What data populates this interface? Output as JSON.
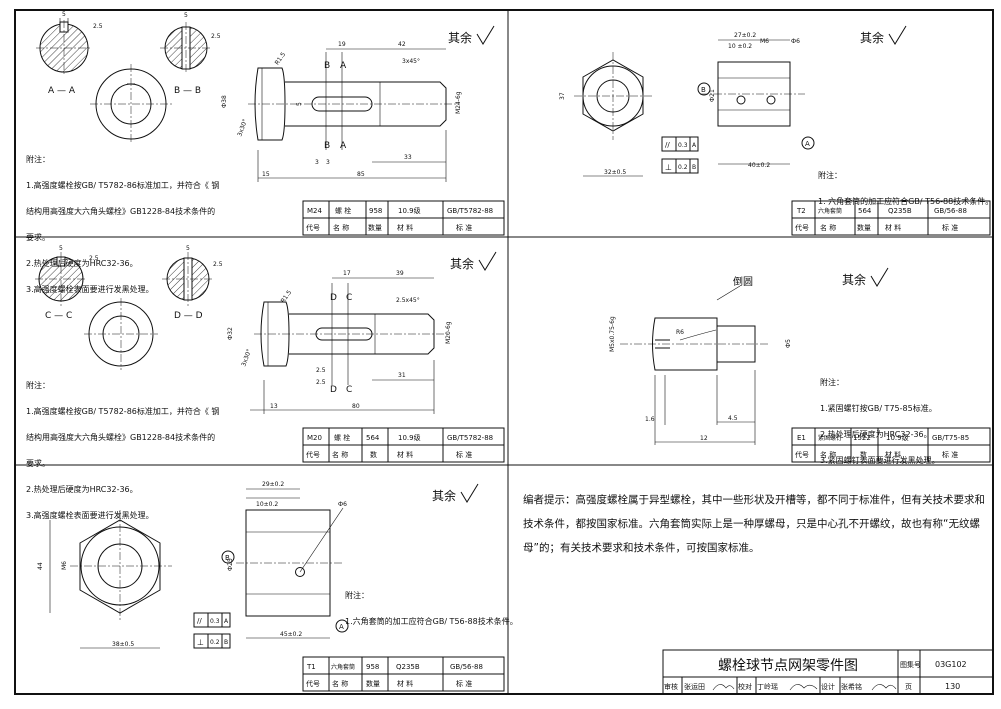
{
  "panels": {
    "p1": {
      "section_a": "A — A",
      "section_b": "B — B",
      "roughness_note": "其余",
      "dims": {
        "d5": "5",
        "d25": "2.5",
        "d19": "19",
        "d42": "42",
        "r15": "R1.5",
        "c3x45": "3x45°",
        "phi38": "Ф38",
        "m24": "M24-6g",
        "d5v": "5",
        "a3x30": "3x30°",
        "d3a": "3",
        "d3b": "3",
        "d33": "33",
        "d15": "15",
        "d85": "85"
      },
      "section_letters": {
        "b1": "B",
        "a1": "A",
        "b2": "B",
        "a2": "A"
      },
      "notes": {
        "title": "附注：",
        "n1": "1.高强度螺栓按GB/ T5782-86标准加工，并符合《 钢",
        "n2": "结构用高强度大六角头螺栓》GB1228-84技术条件的",
        "n3": "要求。",
        "n4": "2.热处理后硬度为HRC32-36。",
        "n5": "3.高强度螺栓表面要进行发黑处理。"
      },
      "table": {
        "code": "M24",
        "name": "螺 栓",
        "qty": "958",
        "material": "10.9级",
        "standard": "GB/T5782-88",
        "h_code": "代号",
        "h_name": "名 称",
        "h_qty": "数量",
        "h_material": "材 料",
        "h_standard": "标 准"
      }
    },
    "p2": {
      "roughness_note": "其余",
      "dims": {
        "d27": "27±0.2",
        "d10": "10 ±0.2",
        "m6": "M6",
        "phi6": "Ф6",
        "d37": "37",
        "phi21": "Ф21",
        "d32": "32±0.5",
        "d40": "40±0.2"
      },
      "datum_b": "B",
      "datum_a": "A",
      "tol1": {
        "sym": "//",
        "val": "0.3",
        "ref": "A"
      },
      "tol2": {
        "sym": "⊥",
        "val": "0.2",
        "ref": "B"
      },
      "notes": {
        "title": "附注：",
        "n1": "1. 六角套筒的加工应符合GB/ T56-88技术条件。"
      },
      "table": {
        "code": "T2",
        "name": "六角套筒",
        "qty": "564",
        "material": "Q235B",
        "standard": "GB/56-88",
        "h_code": "代号",
        "h_name": "名 称",
        "h_qty": "数量",
        "h_material": "材 料",
        "h_standard": "标 准"
      }
    },
    "p3": {
      "section_c": "C — C",
      "section_d": "D — D",
      "roughness_note": "其余",
      "dims": {
        "d5": "5",
        "d25": "2.5",
        "d17": "17",
        "d39": "39",
        "r15": "R1.5",
        "c25x45": "2.5x45°",
        "phi32": "Ф32",
        "m20": "M20-6g",
        "a3x30": "3x30°",
        "d25a": "2.5",
        "d25b": "2.5",
        "d31": "31",
        "d13": "13",
        "d80": "80"
      },
      "section_letters": {
        "d1": "D",
        "c1": "C",
        "d2": "D",
        "c2": "C"
      },
      "notes": {
        "title": "附注：",
        "n1": "1.高强度螺栓按GB/ T5782-86标准加工，并符合《 钢",
        "n2": "结构用高强度大六角头螺栓》GB1228-84技术条件的",
        "n3": "要求。",
        "n4": "2.热处理后硬度为HRC32-36。",
        "n5": "3.高强度螺栓表面要进行发黑处理。"
      },
      "table": {
        "code": "M20",
        "name": "螺 栓",
        "qty": "564",
        "material": "10.9级",
        "standard": "GB/T5782-88",
        "h_code": "代号",
        "h_name": "名 称",
        "h_qty": "数",
        "h_material": "材 料",
        "h_standard": "标 准"
      }
    },
    "p4": {
      "chamfer_label": "倒圆",
      "roughness_note": "其余",
      "dims": {
        "m": "M5x0.75-6g",
        "r6": "R6",
        "phi5": "Ф5",
        "d16": "1.6",
        "d45": "4.5",
        "d12": "12"
      },
      "notes": {
        "title": "附注：",
        "n1": "1.紧固螺钉按GB/ T75-85标准。",
        "n2": "2.热处理后硬度为HRC32-36。",
        "n3": "3.紧固螺钉表面要进行发黑处理。"
      },
      "table": {
        "code": "E1",
        "name": "紧固螺钉",
        "qty": "1522",
        "material": "10.9级",
        "standard": "GB/T75-85",
        "h_code": "代号",
        "h_name": "名 称",
        "h_qty": "数",
        "h_material": "材 料",
        "h_standard": "标 准"
      }
    },
    "p5": {
      "roughness_note": "其余",
      "dims": {
        "d29": "29±0.2",
        "d10": "10±0.2",
        "phi6": "Ф6",
        "d44": "44",
        "m6": "M6",
        "phi25": "Ф25",
        "d38": "38±0.5",
        "d45": "45±0.2"
      },
      "datum_b": "B",
      "datum_a": "A",
      "tol1": {
        "sym": "//",
        "val": "0.3",
        "ref": "A"
      },
      "tol2": {
        "sym": "⊥",
        "val": "0.2",
        "ref": "B"
      },
      "notes": {
        "title": "附注：",
        "n1": "1.六角套筒的加工应符合GB/ T56-88技术条件。"
      },
      "table": {
        "code": "T1",
        "name": "六角套筒",
        "qty": "958",
        "material": "Q235B",
        "standard": "GB/56-88",
        "h_code": "代号",
        "h_name": "名 称",
        "h_qty": "数量",
        "h_material": "材 料",
        "h_standard": "标 准"
      }
    },
    "p6": {
      "paragraph": "编者提示：高强度螺栓属于异型螺栓，其中一些形状及开槽等，都不同于标准件，但有关技术要求和技术条件，都按国家标准。六角套筒实际上是一种厚螺母，只是中心孔不开螺纹，故也有称“无纹螺母”的；有关技术要求和技术条件，可按国家标准。"
    }
  },
  "title_block": {
    "title": "螺栓球节点网架零件图",
    "atlas_label": "图集号",
    "atlas_no": "03G102",
    "review": "审核",
    "reviewer": "张运田",
    "check": "校对",
    "checker": "丁岭瑶",
    "design": "设计",
    "designer": "张希铭",
    "page_label": "页",
    "page_no": "130"
  }
}
